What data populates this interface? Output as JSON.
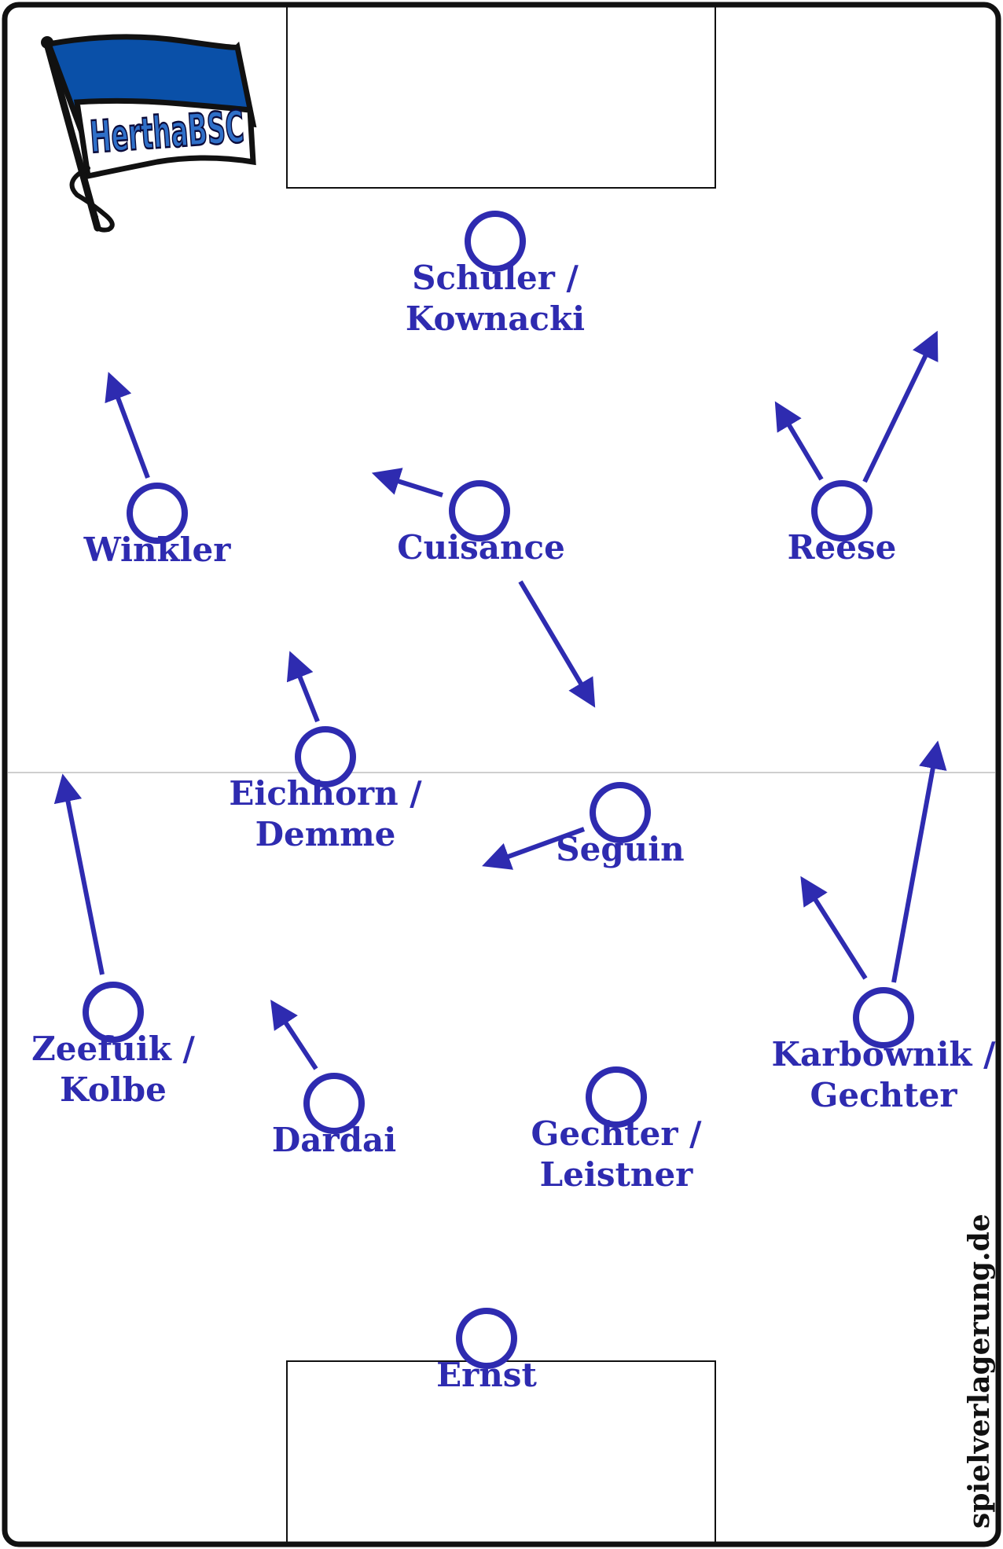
{
  "club": {
    "name": "HerthaBSC"
  },
  "watermark": "spielverlagerung.de",
  "colors": {
    "player": "#2e2bb0",
    "pitch_lines": "#111111",
    "halfway_line": "#cfcfcf",
    "flag_blue": "#0a50a8"
  },
  "players": [
    {
      "name": "Schuler / Kownacki",
      "lines": [
        "Schuler /",
        "Kownacki"
      ]
    },
    {
      "name": "Winkler",
      "lines": [
        "Winkler"
      ]
    },
    {
      "name": "Cuisance",
      "lines": [
        "Cuisance"
      ]
    },
    {
      "name": "Reese",
      "lines": [
        "Reese"
      ]
    },
    {
      "name": "Eichhorn / Demme",
      "lines": [
        "Eichhorn /",
        "Demme"
      ]
    },
    {
      "name": "Seguin",
      "lines": [
        "Seguin"
      ]
    },
    {
      "name": "Zeefuik / Kolbe",
      "lines": [
        "Zeefuik /",
        "Kolbe"
      ]
    },
    {
      "name": "Dardai",
      "lines": [
        "Dardai"
      ]
    },
    {
      "name": "Gechter / Leistner",
      "lines": [
        "Gechter /",
        "Leistner"
      ]
    },
    {
      "name": "Karbownik / Gechter",
      "lines": [
        "Karbownik /",
        "Gechter"
      ]
    },
    {
      "name": "Ernst",
      "lines": [
        "Ernst"
      ]
    }
  ]
}
